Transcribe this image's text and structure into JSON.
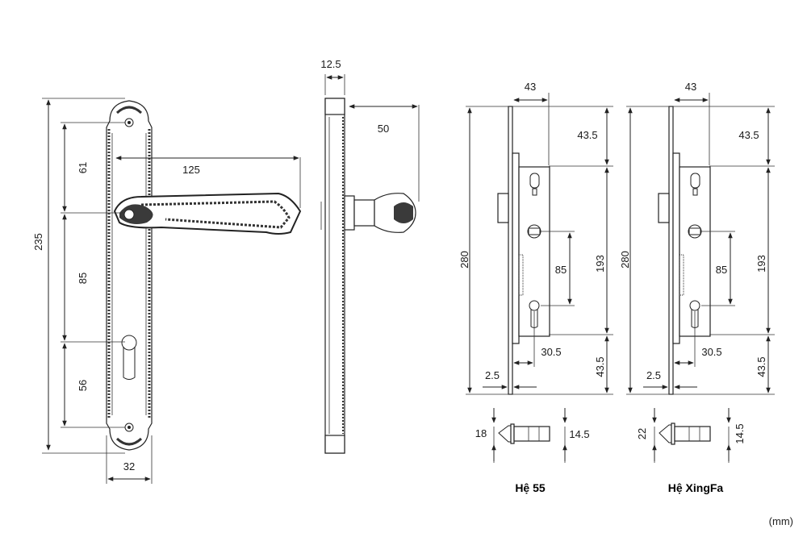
{
  "front_view": {
    "overall_height": "235",
    "top_to_handle": "61",
    "handle_to_key": "85",
    "key_to_bottom": "56",
    "plate_width": "32",
    "handle_length": "125"
  },
  "side_view": {
    "plate_thickness": "12.5",
    "handle_projection": "50"
  },
  "lock_he55": {
    "caption": "Hệ 55",
    "top_width": "43",
    "top_offset": "43.5",
    "total_height": "280",
    "body_height": "193",
    "center_distance": "85",
    "backset": "30.5",
    "faceplate": "2.5",
    "bottom_offset": "43.5",
    "latch_left": "18",
    "latch_right": "14.5"
  },
  "lock_xingfa": {
    "caption": "Hệ XingFa",
    "top_width": "43",
    "top_offset": "43.5",
    "total_height": "280",
    "body_height": "193",
    "center_distance": "85",
    "backset": "30.5",
    "faceplate": "2.5",
    "bottom_offset": "43.5",
    "latch_left": "22",
    "latch_right": "14.5"
  },
  "unit_label": "(mm)",
  "colors": {
    "line": "#222222",
    "metal": "#3a3a3a"
  }
}
